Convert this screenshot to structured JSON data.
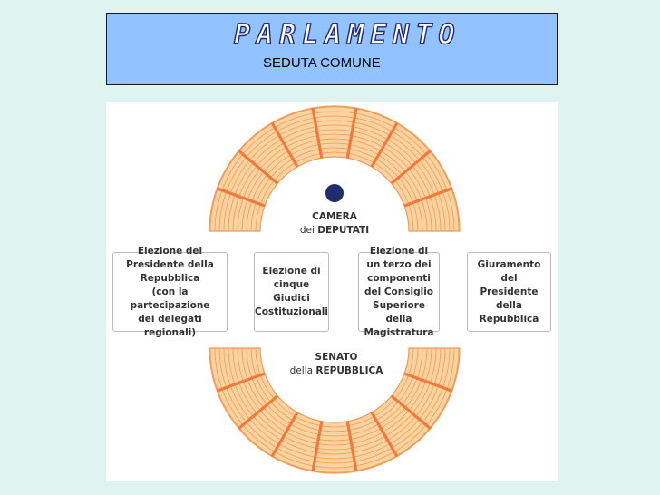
{
  "title": {
    "main": "PARLAMENTO",
    "subtitle": "SEDUTA COMUNE"
  },
  "camera": {
    "line1": "CAMERA",
    "line2_prefix": "dei ",
    "line2_bold": "DEPUTATI"
  },
  "senato": {
    "line1": "SENATO",
    "line2_prefix": "della ",
    "line2_bold": "REPUBBLICA"
  },
  "functions": [
    "Elezione del\nPresidente della\nRepubblica\n(con la partecipazione\ndei delegati regionali)",
    "Elezione di\ncinque Giudici\nCostituzionali",
    "Elezione di\nun terzo dei\ncomponenti\ndel Consiglio\nSuperiore della\nMagistratura",
    "Giuramento del\nPresidente della\nRepubblica"
  ],
  "colors": {
    "seat_fill": "#fbd3a0",
    "seat_line": "#f29a55",
    "aisle": "#f07a3c",
    "president_dot": "#1f2f6e",
    "title_box": "#92c2ff"
  }
}
